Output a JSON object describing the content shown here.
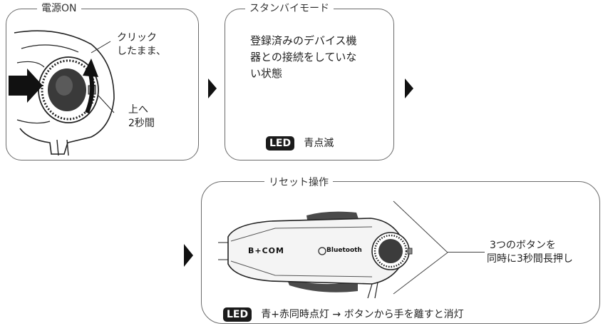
{
  "power_on": {
    "title": "電源ON",
    "label_click": [
      "クリック",
      "したまま、"
    ],
    "label_up": [
      "上へ",
      "2秒間"
    ]
  },
  "standby": {
    "title": "スタンバイモード",
    "description": [
      "登録済みのデバイス機",
      "器との接続をしていな",
      "い状態"
    ],
    "led_badge": "LED",
    "led_text": "青点滅"
  },
  "reset": {
    "title": "リセット操作",
    "brand_logo": "B+COM",
    "bluetooth_label": "Bluetooth",
    "instruction": [
      "3つのボタンを",
      "同時に3秒間長押し"
    ],
    "led_badge": "LED",
    "led_text": "青+赤同時点灯 → ボタンから手を離すと消灯"
  },
  "colors": {
    "border": "#6b6b6b",
    "badge_bg": "#1b1b1b",
    "device_dark": "#3c3c3c"
  }
}
